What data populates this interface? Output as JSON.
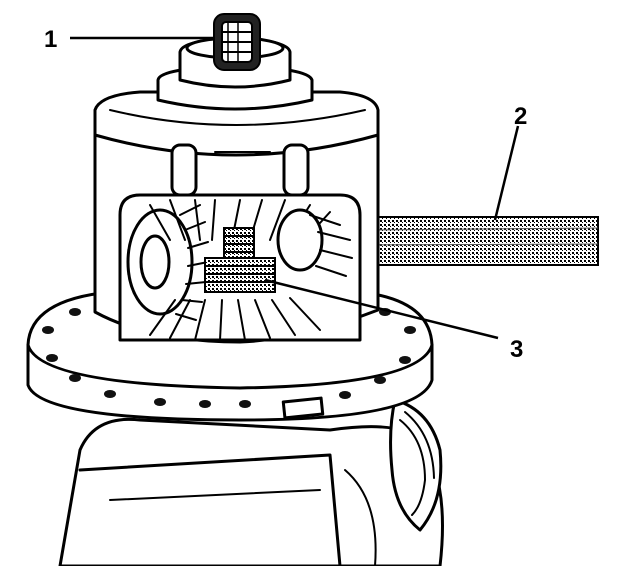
{
  "callouts": [
    {
      "label": "1"
    },
    {
      "label": "2"
    },
    {
      "label": "3"
    }
  ],
  "colors": {
    "line": "#000000",
    "background": "#ffffff",
    "shading": "#8a8a8a"
  }
}
